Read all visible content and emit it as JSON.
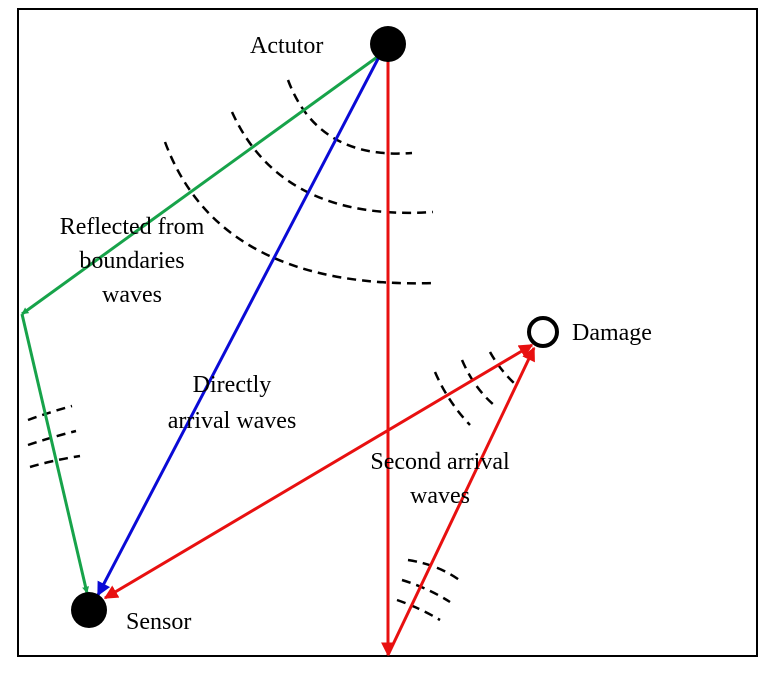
{
  "labels": {
    "actuator": "Actutor",
    "sensor": "Sensor",
    "damage": "Damage",
    "reflected_line1": "Reflected from",
    "reflected_line2": "boundaries",
    "reflected_line3": "waves",
    "direct_line1": "Directly",
    "direct_line2": "arrival waves",
    "second_line1": "Second arrival",
    "second_line2": "waves"
  },
  "colors": {
    "reflected": "#17a34a",
    "direct": "#0a0ad6",
    "second": "#e81010",
    "border": "#000000",
    "node_fill": "#000000",
    "damage_fill": "#ffffff"
  }
}
